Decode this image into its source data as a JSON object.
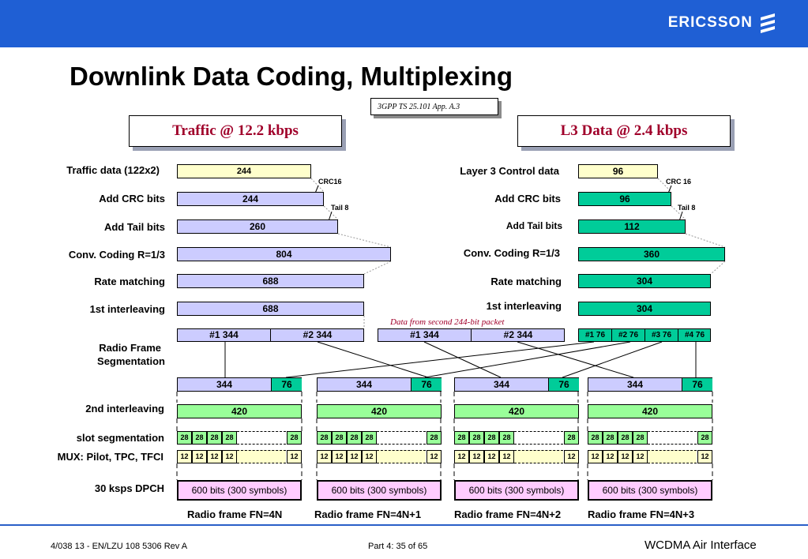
{
  "header": {
    "brand": "ERICSSON"
  },
  "title": "Downlink Data Coding, Multiplexing",
  "reference": "3GPP TS 25.101 App. A.3",
  "left_header": "Traffic @ 12.2 kbps",
  "right_header": "L3 Data @ 2.4 kbps",
  "left_labels": {
    "traffic": "Traffic data (122x2)",
    "crc": "Add CRC bits",
    "tail": "Add Tail bits",
    "conv": "Conv. Coding R=1/3",
    "rate": "Rate matching",
    "inter1": "1st interleaving",
    "rfs1": "Radio Frame",
    "rfs2": "Segmentation",
    "inter2": "2nd  interleaving",
    "slot": "slot segmentation",
    "mux": "MUX: Pilot, TPC, TFCI",
    "dpch": "30 ksps DPCH"
  },
  "right_labels": {
    "l3": "Layer 3 Control data",
    "crc": "Add CRC bits",
    "tail": "Add Tail bits",
    "conv": "Conv. Coding R=1/3",
    "rate": "Rate matching",
    "inter1": "1st interleaving"
  },
  "traffic_chain": {
    "data": "244",
    "crc": "244",
    "tail": "260",
    "conv": "804",
    "rate": "688",
    "inter1": "688"
  },
  "l3_chain": {
    "data": "96",
    "crc": "96",
    "tail": "112",
    "conv": "360",
    "rate": "304",
    "inter1": "304"
  },
  "annotations": {
    "crc_left": "CRC16",
    "tail_left": "Tail 8",
    "crc_right": "CRC 16",
    "tail_right": "Tail 8"
  },
  "segments_left": [
    "#1  344",
    "#2  344"
  ],
  "segments_mid": [
    "#1  344",
    "#2  344"
  ],
  "segments_right": [
    "#1 76",
    "#2 76",
    "#3 76",
    "#4 76"
  ],
  "note": "Data from second 244-bit packet",
  "frames": [
    {
      "a": "344",
      "b": "76",
      "inter": "420",
      "slot": [
        "28",
        "28",
        "28",
        "28",
        "28"
      ],
      "mux": [
        "12",
        "12",
        "12",
        "12",
        "12"
      ],
      "dpch": "600 bits (300 symbols)",
      "caption": "Radio frame FN=4N"
    },
    {
      "a": "344",
      "b": "76",
      "inter": "420",
      "slot": [
        "28",
        "28",
        "28",
        "28",
        "28"
      ],
      "mux": [
        "12",
        "12",
        "12",
        "12",
        "12"
      ],
      "dpch": "600 bits (300 symbols)",
      "caption": "Radio frame FN=4N+1"
    },
    {
      "a": "344",
      "b": "76",
      "inter": "420",
      "slot": [
        "28",
        "28",
        "28",
        "28",
        "28"
      ],
      "mux": [
        "12",
        "12",
        "12",
        "12",
        "12"
      ],
      "dpch": "600 bits (300 symbols)",
      "caption": "Radio frame FN=4N+2"
    },
    {
      "a": "344",
      "b": "76",
      "inter": "420",
      "slot": [
        "28",
        "28",
        "28",
        "28",
        "28"
      ],
      "mux": [
        "12",
        "12",
        "12",
        "12",
        "12"
      ],
      "dpch": "600 bits (300 symbols)",
      "caption": "Radio frame FN=4N+3"
    }
  ],
  "footer": {
    "left": "4/038 13 - EN/LZU 108 5306 Rev A",
    "center": "Part 4:  35 of 65",
    "right": "WCDMA Air Interface"
  },
  "colors": {
    "topbar": "#1f5fd4",
    "traffic": "#ccccff",
    "l3": "#00cc99",
    "interleave": "#99ff99",
    "dpch": "#ffccff",
    "header_text": "#a0002a"
  }
}
